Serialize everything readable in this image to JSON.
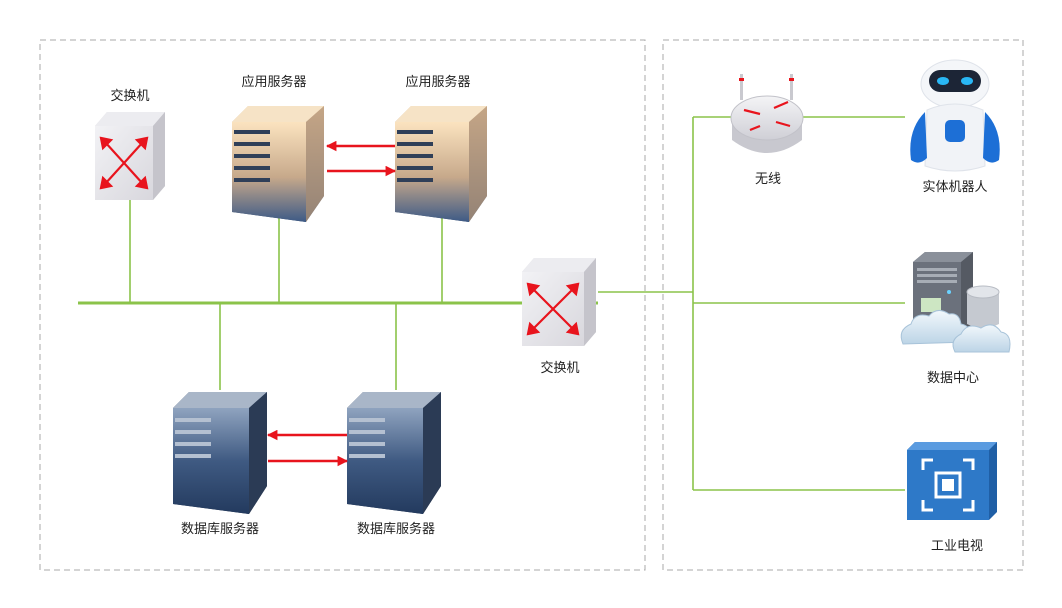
{
  "labels": {
    "switch_top": "交换机",
    "app_server_1": "应用服务器",
    "app_server_2": "应用服务器",
    "switch_center": "交换机",
    "db_server_1": "数据库服务器",
    "db_server_2": "数据库服务器",
    "wireless": "无线",
    "robot": "实体机器人",
    "datacenter": "数据中心",
    "industrial_tv": "工业电视"
  },
  "colors": {
    "link_line": "#8bc34a",
    "arrow": "#e8141d",
    "dashed_border": "#a8a8a8",
    "switch_body": "#e4e3e8",
    "server_body": "#3f5470",
    "app_server_face": "#f3d2a4",
    "tv_blue": "#2e79c8",
    "robot_blue": "#1d6fd6"
  },
  "icons": {
    "switch": "network-switch-icon",
    "app_server": "application-server-icon",
    "db_server": "database-server-icon",
    "wireless": "wireless-router-icon",
    "robot": "robot-icon",
    "datacenter": "datacenter-cloud-icon",
    "industrial_tv": "industrial-tv-icon"
  }
}
